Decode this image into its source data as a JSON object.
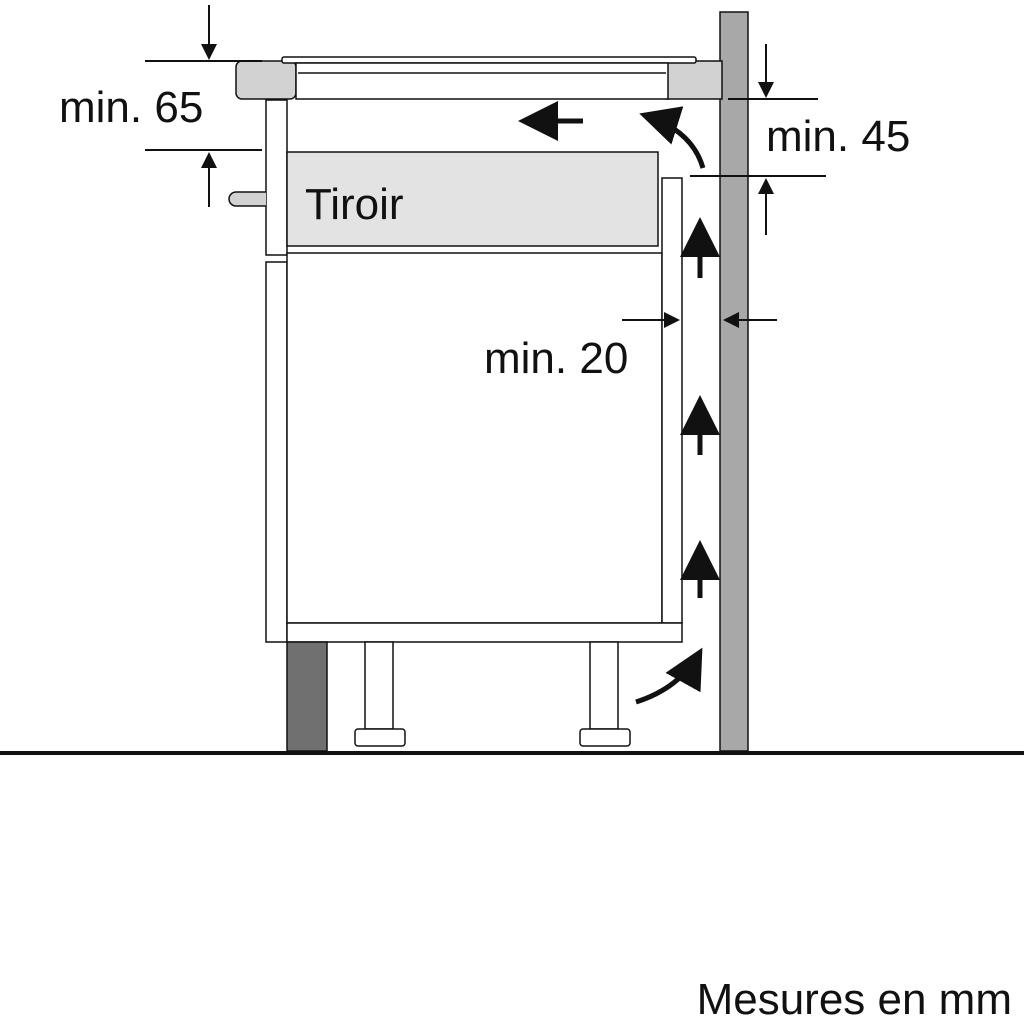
{
  "labels": {
    "drawer": "Tiroir",
    "dim_top": "min. 65",
    "dim_right": "min. 45",
    "dim_gap": "min. 20",
    "units": "Mesures en mm"
  },
  "colors": {
    "line": "#111111",
    "wall": "#a8a8a8",
    "plinth": "#707070",
    "drawer_fill": "#e3e3e3",
    "hob_fill": "#d2d2d2"
  }
}
